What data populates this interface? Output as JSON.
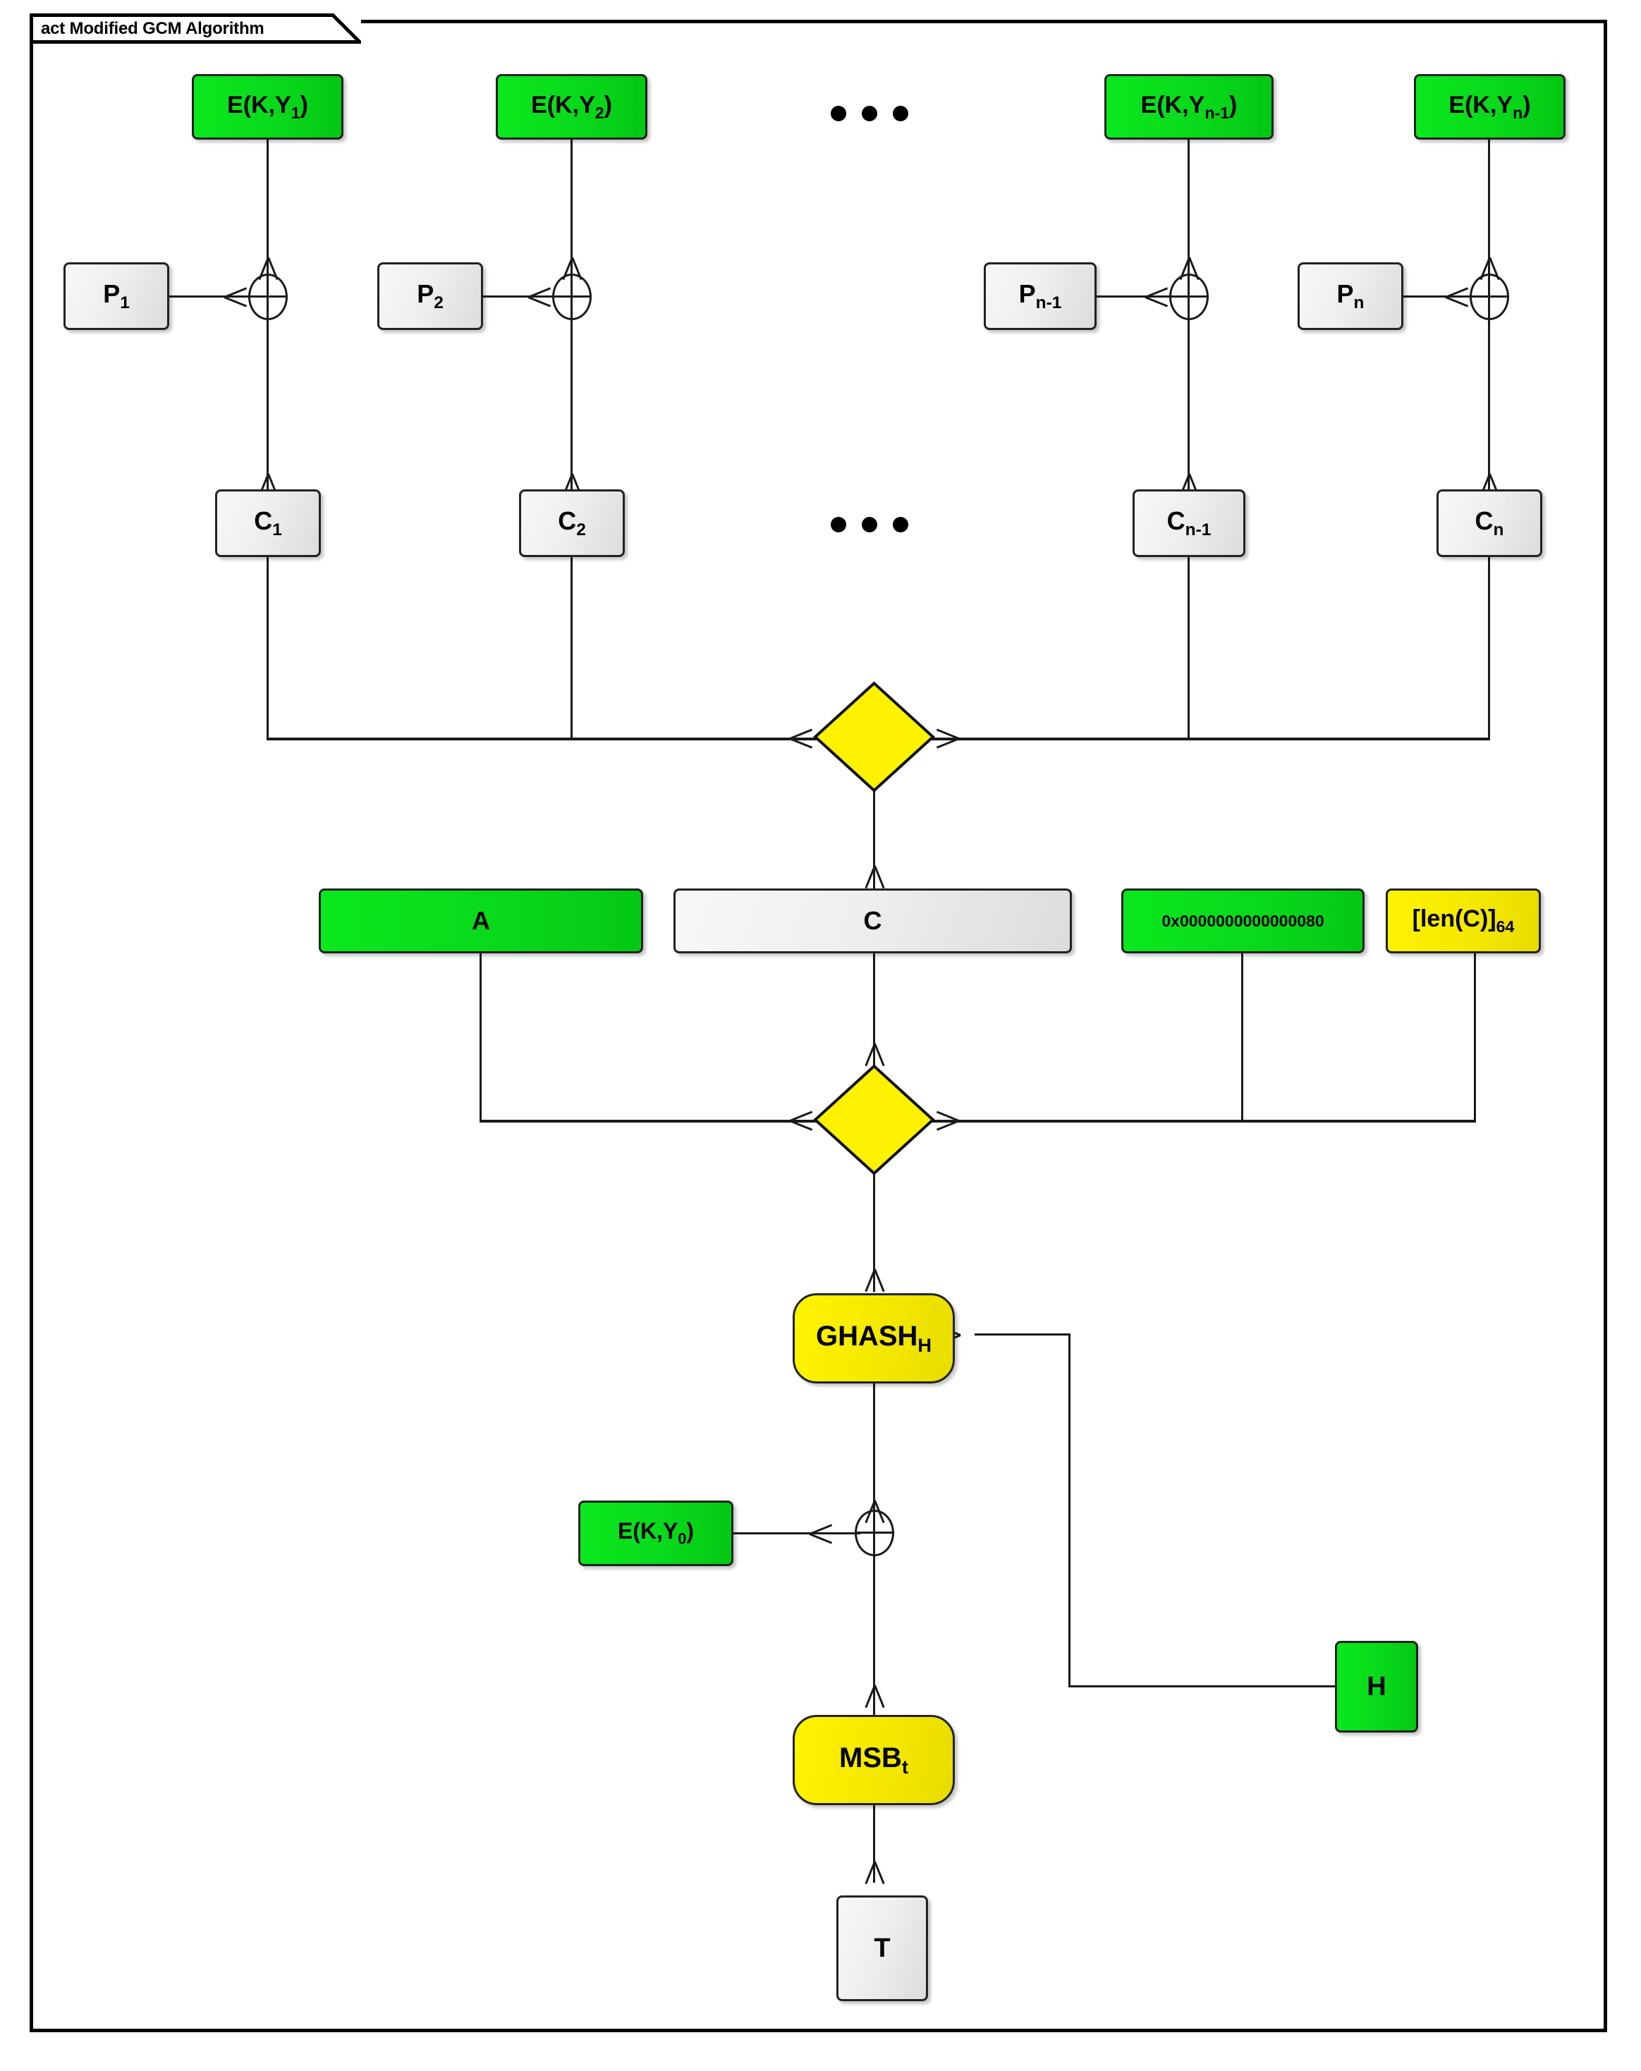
{
  "diagram": {
    "kind": "uml-activity-diagram",
    "title_prefix": "act",
    "title": "act Modified GCM Algorithm",
    "colors": {
      "green": "#0ae81e",
      "yellow": "#fdf400",
      "grey": "#efefef",
      "border": "#222222",
      "line": "#1a1a1a",
      "background": "#ffffff"
    }
  },
  "encrypt_row": {
    "blocks": [
      {
        "label_html": "E(K,Y<sub class=\"sub\">1</sub>)",
        "label": "E(K,Y1)"
      },
      {
        "label_html": "E(K,Y<sub class=\"sub\">2</sub>)",
        "label": "E(K,Y2)"
      },
      {
        "label_html": "E(K,Y<sub class=\"sub\">n-1</sub>)",
        "label": "E(K,Yn-1)"
      },
      {
        "label_html": "E(K,Y<sub class=\"sub\">n</sub>)",
        "label": "E(K,Yn)"
      }
    ],
    "ellipsis": "•••"
  },
  "plaintext_row": {
    "blocks": [
      {
        "label_html": "P<sub class=\"sub\">1</sub>",
        "label": "P1"
      },
      {
        "label_html": "P<sub class=\"sub\">2</sub>",
        "label": "P2"
      },
      {
        "label_html": "P<sub class=\"sub\">n-1</sub>",
        "label": "Pn-1"
      },
      {
        "label_html": "P<sub class=\"sub\">n</sub>",
        "label": "Pn"
      }
    ],
    "operator": "xor"
  },
  "ciphertext_row": {
    "blocks": [
      {
        "label_html": "C<sub class=\"sub\">1</sub>",
        "label": "C1"
      },
      {
        "label_html": "C<sub class=\"sub\">2</sub>",
        "label": "C2"
      },
      {
        "label_html": "C<sub class=\"sub\">n-1</sub>",
        "label": "Cn-1"
      },
      {
        "label_html": "C<sub class=\"sub\">n</sub>",
        "label": "Cn"
      }
    ],
    "ellipsis": "•••"
  },
  "merge_nodes": {
    "upper": {
      "name": "merge-node-ciphertext",
      "shape": "diamond",
      "color": "#fdf400"
    },
    "lower": {
      "name": "merge-node-ghash-inputs",
      "shape": "diamond",
      "color": "#fdf400"
    }
  },
  "ghash_inputs": [
    {
      "label_html": "A",
      "label": "A",
      "color": "green"
    },
    {
      "label_html": "C",
      "label": "C",
      "color": "grey"
    },
    {
      "label_html": "0x0000000000000080",
      "label": "0x0000000000000080",
      "color": "green"
    },
    {
      "label_html": "[len(C)]<sub class=\"sub\">64</sub>",
      "label": "[len(C)]64",
      "color": "yellow"
    }
  ],
  "tag_path": {
    "ghash": {
      "label_html": "GHASH<sub class=\"sub\">H</sub>",
      "label": "GHASHH",
      "color": "yellow"
    },
    "ekY0": {
      "label_html": "E(K,Y<sub class=\"sub\">0</sub>)",
      "label": "E(K,Y0)",
      "color": "green"
    },
    "msb": {
      "label_html": "MSB<sub class=\"sub\">t</sub>",
      "label": "MSBt",
      "color": "yellow"
    },
    "hashkey": {
      "label_html": "H",
      "label": "H",
      "color": "green"
    },
    "tag": {
      "label_html": "T",
      "label": "T",
      "color": "grey"
    }
  }
}
